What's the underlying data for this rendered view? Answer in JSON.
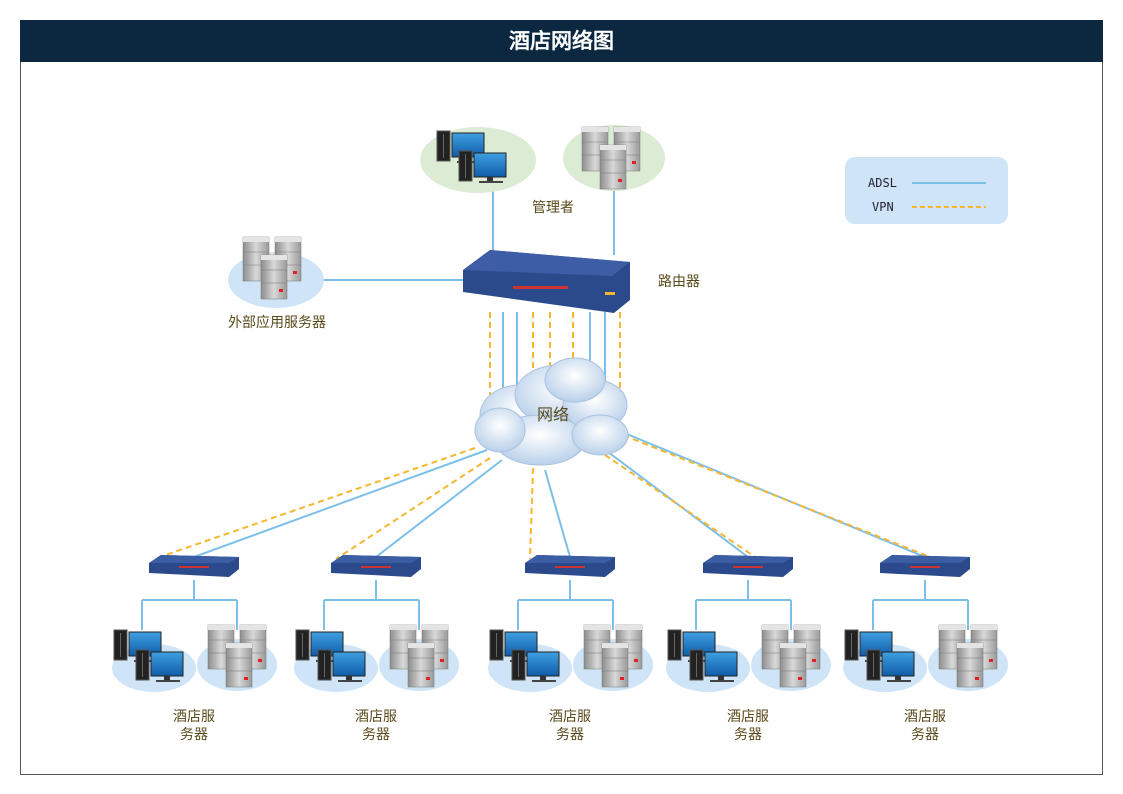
{
  "title": "酒店网络图",
  "legend": {
    "items": [
      {
        "label": "ADSL",
        "style": "solid",
        "color": "#7cc0ea"
      },
      {
        "label": "VPN",
        "style": "dashed",
        "color": "#f5b731"
      }
    ]
  },
  "nodes": {
    "manager": "管理者",
    "router": "路由器",
    "external_server": "外部应用服务器",
    "cloud": "网络"
  },
  "hotel_groups": [
    {
      "line1": "酒店服",
      "line2": "务器"
    },
    {
      "line1": "酒店服",
      "line2": "务器"
    },
    {
      "line1": "酒店服",
      "line2": "务器"
    },
    {
      "line1": "酒店服",
      "line2": "务器"
    },
    {
      "line1": "酒店服",
      "line2": "务器"
    }
  ],
  "colors": {
    "title_bg": "#0b2840",
    "adsl": "#7cc0ea",
    "vpn": "#f5b731",
    "router": "#2b4a8c",
    "ellipse_blue": "#cfe5f7",
    "ellipse_green": "#dcebd3"
  }
}
